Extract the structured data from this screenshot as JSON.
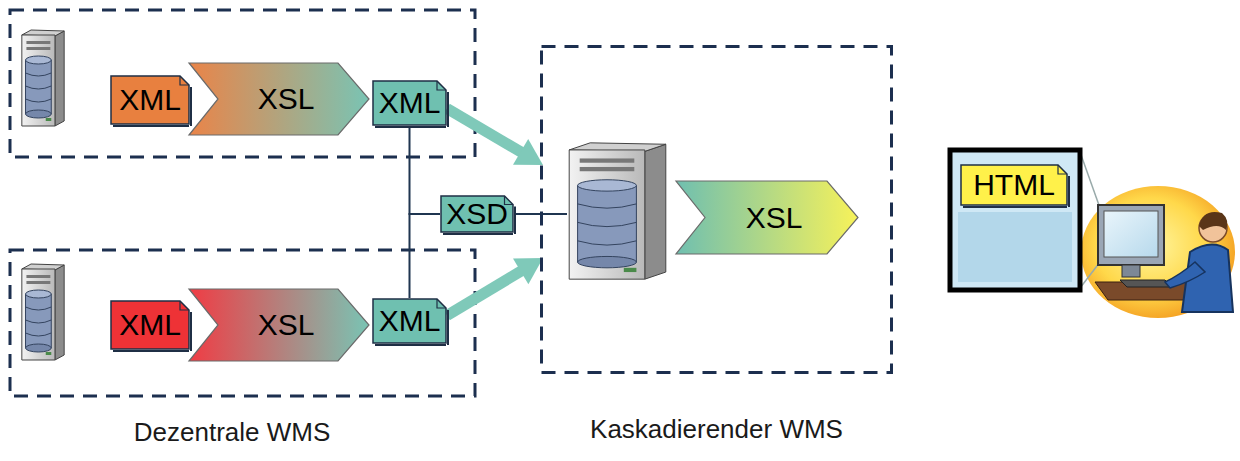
{
  "diagram": {
    "nodes": [
      {
        "text": [
          "XML"
        ]
      },
      {
        "text": [
          "XSL"
        ]
      },
      {
        "text": [
          "XML"
        ]
      },
      {
        "text": [
          "XML"
        ]
      },
      {
        "text": [
          "XSL"
        ]
      },
      {
        "text": [
          "XML"
        ]
      },
      {
        "text": [
          "XSD"
        ]
      },
      {
        "text": [
          "Kaskadierender WMS"
        ]
      },
      {
        "text": [
          "XSL"
        ],
        "in": 7
      },
      {
        "text": [
          "HTML"
        ]
      }
    ],
    "edges": [
      {
        "from": 2,
        "to": 7,
        "arrow": "to"
      },
      {
        "from": 5,
        "to": 7,
        "arrow": "to"
      },
      {
        "from": 2,
        "to": 6,
        "arrow": "none"
      },
      {
        "from": 5,
        "to": 6,
        "arrow": "none"
      },
      {
        "from": 6,
        "to": 7,
        "arrow": "none"
      }
    ],
    "labels": [
      "Dezentrale WMS"
    ]
  }
}
